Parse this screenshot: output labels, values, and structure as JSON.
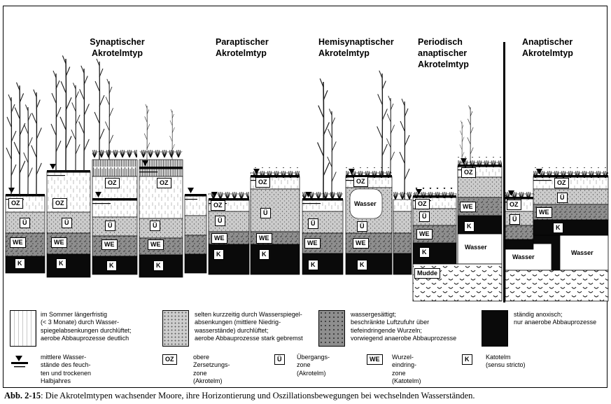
{
  "figure": {
    "caption_label": "Abb. 2-15",
    "caption_text": ": Die Akrotelmtypen wachsender Moore, ihre Horizontierung und Oszillationsbewegungen bei wechselnden Wasserständen."
  },
  "headers": {
    "synaptic": "Synaptischer\nAkrotelmtyp",
    "paraptic": "Paraptischer\nAkrotelmtyp",
    "hemisynaptic": "Hemisynaptischer\nAkrotelmtyp",
    "periodic_anaptic": "Periodisch\nanaptischer\nAkrotelmtyp",
    "anaptic": "Anaptischer\nAkrotelmtyp"
  },
  "zones": {
    "oz": "OZ",
    "ue": "Ü",
    "we": "WE",
    "k": "K",
    "wasser": "Wasser",
    "mudde": "Mudde"
  },
  "legend_patterns": [
    {
      "id": "aerated-long",
      "text": "im Sommer längerfristig\n(< 3 Monate) durch Wasser-\nspiegelabsenkungen durchlüftet;\naerobe Abbauprozesse deutlich"
    },
    {
      "id": "aerated-rare",
      "text": "selten kurzzeitig durch Wasserspiegel-\nabsenkungen (mittlere Niedrig-\nwasserstände) durchlüftet;\naerobe Abbauprozesse stark gebremst"
    },
    {
      "id": "saturated",
      "text": "wassergesättigt;\nbeschränkte Luftzufuhr über\ntiefeindringende Wurzeln;\nvorwiegend anaerobe Abbauprozesse"
    },
    {
      "id": "anoxic",
      "text": "ständig anoxisch;\nnur anaerobe Abbauprozesse"
    }
  ],
  "legend_symbols": {
    "water_levels": "mittlere Wasser-\nstände des feuch-\nten und trockenen\nHalbjahres",
    "oz": "obere\nZersetzungs-\nzone\n(Akrotelm)",
    "ue": "Übergangs-\nzone\n(Akrotelm)",
    "we": "Wurzel-\neindring-\nzone\n(Katotelm)",
    "k": "Katotelm\n(sensu stricto)"
  },
  "colors": {
    "ink": "#000000",
    "paper": "#ffffff",
    "zone_ue_grey": "#cdcdcd",
    "zone_we_grey": "#8e8e8e",
    "zone_k_black": "#0a0a0a"
  }
}
